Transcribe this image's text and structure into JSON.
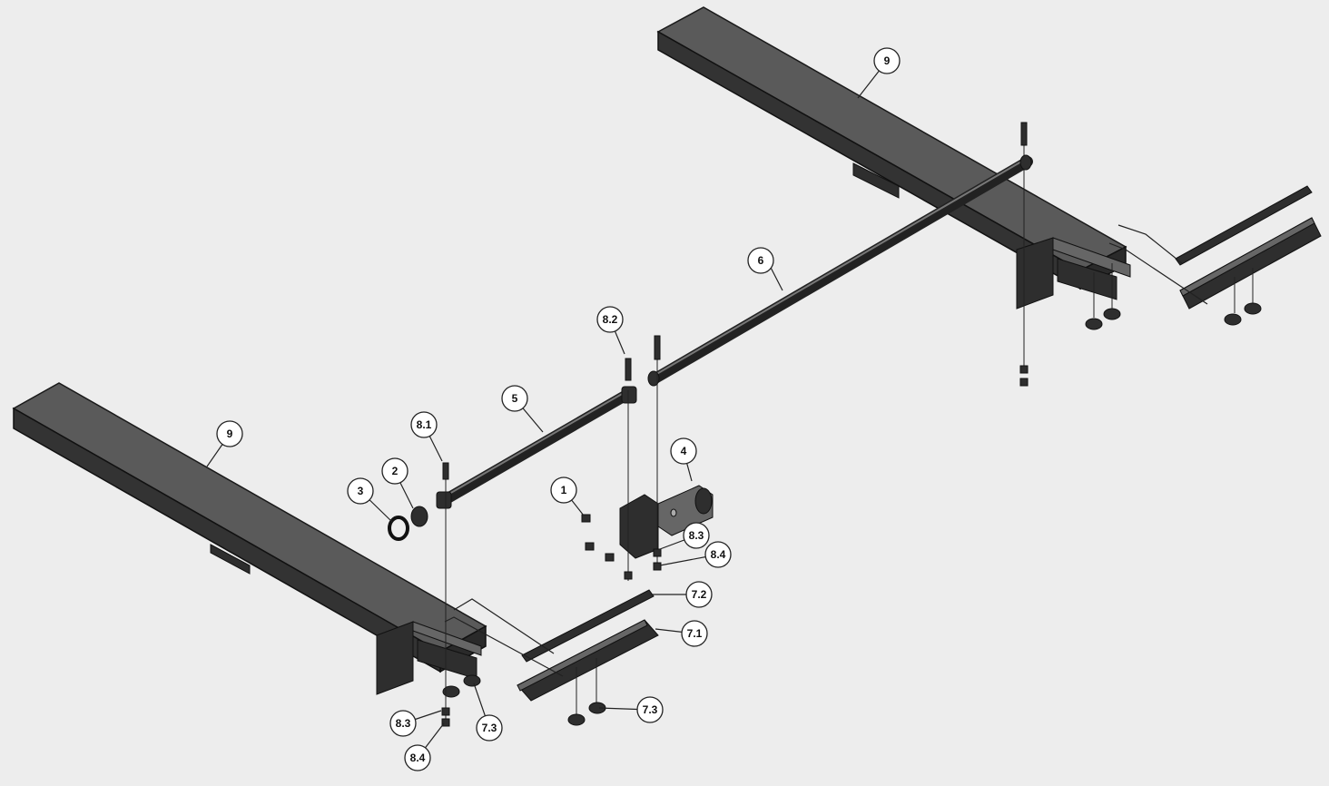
{
  "callouts": {
    "c1": "1",
    "c2": "2",
    "c3": "3",
    "c4": "4",
    "c5": "5",
    "c6": "6",
    "c9_left": "9",
    "c9_right": "9",
    "c7_1": "7.1",
    "c7_2": "7.2",
    "c7_3_left": "7.3",
    "c7_3_right": "7.3",
    "c8_1": "8.1",
    "c8_2": "8.2",
    "c8_3_mid": "8.3",
    "c8_4_mid": "8.4",
    "c8_3_bottom": "8.3",
    "c8_4_bottom": "8.4"
  }
}
